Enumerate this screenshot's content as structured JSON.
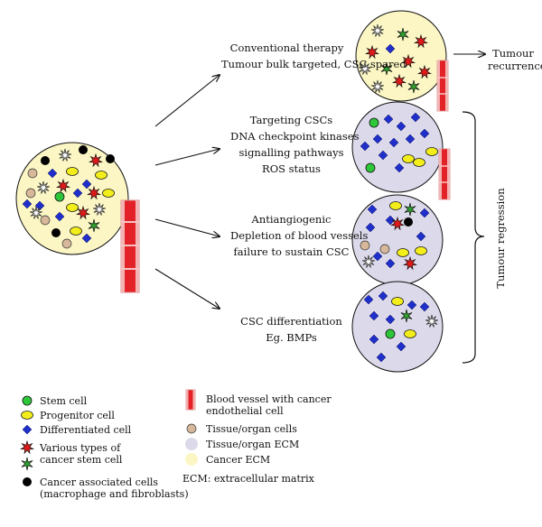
{
  "branches": [
    {
      "lines": [
        "Conventional therapy",
        "Tumour bulk targeted, CSC spared"
      ]
    },
    {
      "lines": [
        "Targeting CSCs",
        "DNA checkpoint kinases",
        "signalling pathways",
        "ROS status"
      ]
    },
    {
      "lines": [
        "Antiangiogenic",
        "Depletion of blood vessels",
        "failure to sustain CSC"
      ]
    },
    {
      "lines": [
        "CSC differentiation",
        "Eg. BMPs"
      ]
    }
  ],
  "outcomes": {
    "recurrence": [
      "Tumour",
      "recurrence"
    ],
    "regression": "Tumour regression"
  },
  "legend": {
    "left": [
      {
        "label": "Stem cell",
        "icon": "stem-cell-icon"
      },
      {
        "label": "Progenitor cell",
        "icon": "progenitor-cell-icon"
      },
      {
        "label": "Differentiated cell",
        "icon": "differentiated-cell-icon"
      },
      {
        "label": "Various types of\ncancer stem cell",
        "icon": "cancer-stem-cell-icon"
      },
      {
        "label": "Cancer associated cells\n(macrophage and fibroblasts)",
        "icon": "cancer-associated-cell-icon"
      }
    ],
    "right": [
      {
        "label": "Blood vessel with cancer\nendothelial cell",
        "icon": "blood-vessel-icon"
      },
      {
        "label": "Tissue/organ cells",
        "icon": "tissue-cell-icon"
      },
      {
        "label": "Tissue/organ ECM",
        "icon": "tissue-ecm-icon"
      },
      {
        "label": "Cancer ECM",
        "icon": "cancer-ecm-icon"
      }
    ],
    "note": "ECM: extracellular matrix"
  },
  "colors": {
    "cancer_ecm": "#fbf6c4",
    "tissue_ecm": "#dcdaea",
    "stem": "#2ec73a",
    "progenitor": "#f3ee1a",
    "differentiated": "#1f2fc9",
    "csc_red": "#e01a1a",
    "csc_grey": "#9a9a9a",
    "csc_green": "#2fa52f",
    "assoc": "#000000",
    "tissue_cell": "#d8b89a",
    "vessel": "#e32227"
  }
}
